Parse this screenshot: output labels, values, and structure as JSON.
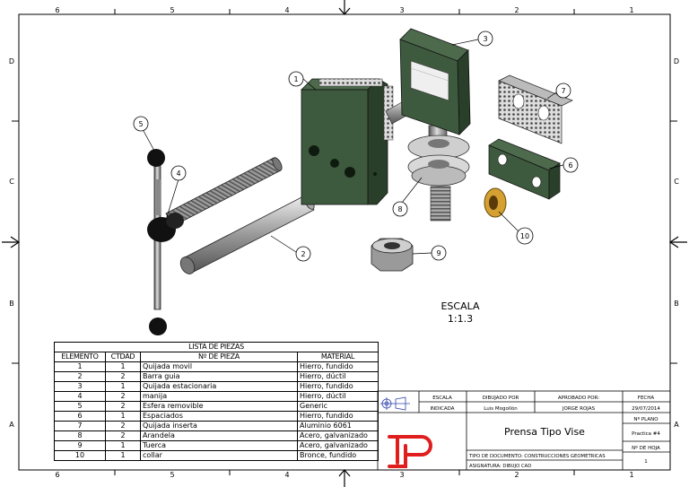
{
  "border": {
    "cols_top": [
      "6",
      "5",
      "4",
      "3",
      "2",
      "1"
    ],
    "cols_bottom": [
      "6",
      "5",
      "4",
      "3",
      "2",
      "1"
    ],
    "rows_left": [
      "D",
      "C",
      "B",
      "A"
    ],
    "rows_right": [
      "D",
      "C",
      "B",
      "A"
    ]
  },
  "balloons": [
    "1",
    "2",
    "3",
    "4",
    "5",
    "6",
    "7",
    "8",
    "9",
    "10"
  ],
  "scale_note": {
    "label": "ESCALA",
    "value": "1:1.3"
  },
  "bom": {
    "title": "LISTA DE PIEZAS",
    "headers": [
      "ELEMENTO",
      "CTDAD",
      "Nº DE PIEZA",
      "MATERIAL"
    ],
    "rows": [
      [
        "1",
        "1",
        "Quijada movil",
        "Hierro, fundido"
      ],
      [
        "2",
        "2",
        "Barra guia",
        "Hierro, dúctil"
      ],
      [
        "3",
        "1",
        "Quijada estacionaria",
        "Hierro, fundido"
      ],
      [
        "4",
        "2",
        "manija",
        "Hierro, dúctil"
      ],
      [
        "5",
        "2",
        "Esfera removible",
        "Generic"
      ],
      [
        "6",
        "1",
        "Espaciados",
        "Hierro, fundido"
      ],
      [
        "7",
        "2",
        "Quijada inserta",
        "Aluminio 6061"
      ],
      [
        "8",
        "2",
        "Arandela",
        "Acero, galvanizado"
      ],
      [
        "9",
        "1",
        "Tuerca",
        "Acero, galvanizado"
      ],
      [
        "10",
        "1",
        "collar",
        "Bronce, fundido"
      ]
    ]
  },
  "title_block": {
    "escala_label": "ESCALA",
    "escala_value": "INDICADA",
    "dibujado_label": "DIBUJADO POR",
    "dibujado_value": "Luis Mogollón",
    "aprobado_label": "APROBADO POR:",
    "aprobado_value": "JORGE ROJAS",
    "fecha_label": "FECHA",
    "fecha_value": "29/07/2014",
    "plano_label": "Nº PLANO",
    "plano_value": "Practica #4",
    "hoja_label": "Nº DE HOJA",
    "hoja_value": "1",
    "drawing_title": "Prensa Tipo Vise",
    "tipo_doc": "TIPO DE DOCUMENTO: CONSTRUCCIONES GEOMETRICAS",
    "asignatura": "ASIGNATURA: DIBUJO CAD"
  },
  "colors": {
    "part_green": "#3e5a3e",
    "part_green_dark": "#2a3f2a",
    "steel": "#b8b8b8",
    "bronze": "#d4a032",
    "logo_red": "#e01e1e"
  }
}
